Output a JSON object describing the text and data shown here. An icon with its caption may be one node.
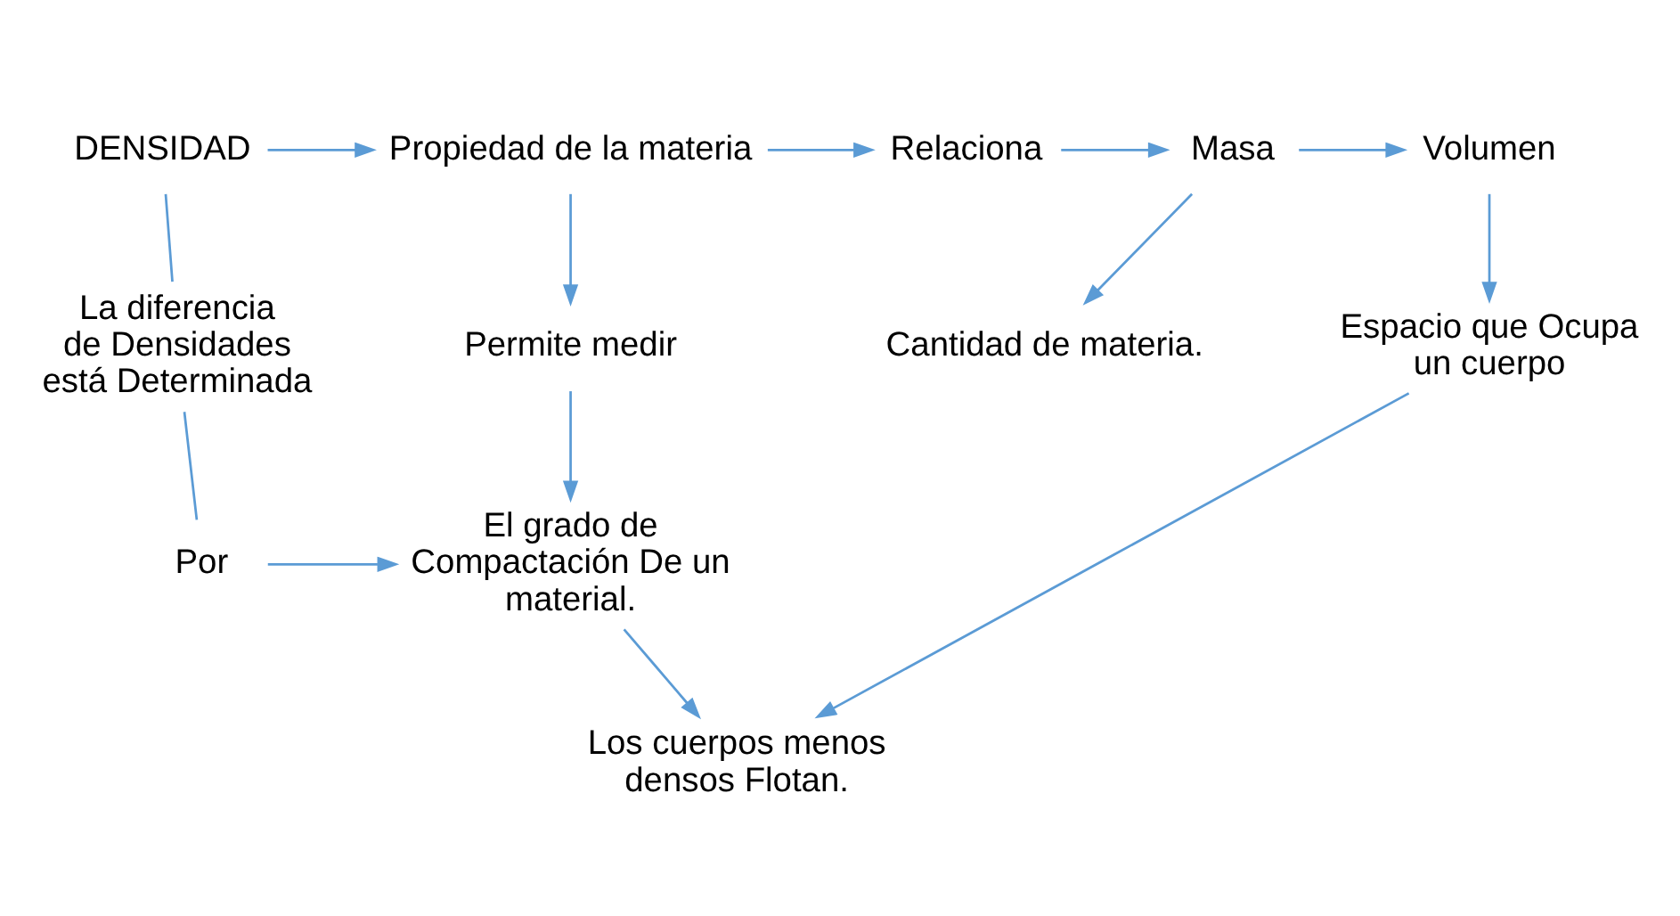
{
  "diagram": {
    "nodes": [
      {
        "text": [
          "DENSIDAD"
        ]
      },
      {
        "text": [
          "Propiedad de la materia"
        ]
      },
      {
        "text": [
          "Relaciona"
        ]
      },
      {
        "text": [
          "Masa"
        ]
      },
      {
        "text": [
          "Volumen"
        ]
      },
      {
        "text": [
          "Permite medir"
        ]
      },
      {
        "text": [
          "Cantidad de materia."
        ]
      },
      {
        "text": [
          "Espacio que Ocupa un cuerpo"
        ]
      },
      {
        "text": [
          "La diferencia de Densidades está Determinada"
        ]
      },
      {
        "text": [
          "El grado de Compactación De un material."
        ]
      },
      {
        "text": [
          "Por"
        ]
      },
      {
        "text": [
          "Los cuerpos menos densos Flotan."
        ]
      }
    ],
    "edges": [
      {
        "from": 0,
        "to": 1,
        "arrow": "to"
      },
      {
        "from": 1,
        "to": 2,
        "arrow": "to"
      },
      {
        "from": 2,
        "to": 3,
        "arrow": "to"
      },
      {
        "from": 3,
        "to": 4,
        "arrow": "to"
      },
      {
        "from": 1,
        "to": 5,
        "arrow": "to"
      },
      {
        "from": 3,
        "to": 6,
        "arrow": "to"
      },
      {
        "from": 4,
        "to": 7,
        "arrow": "to"
      },
      {
        "from": 5,
        "to": 9,
        "arrow": "to"
      },
      {
        "from": 0,
        "to": 8,
        "arrow": "none"
      },
      {
        "from": 8,
        "to": 10,
        "arrow": "none"
      },
      {
        "from": 10,
        "to": 9,
        "arrow": "to"
      },
      {
        "from": 9,
        "to": 11,
        "arrow": "to"
      },
      {
        "from": 7,
        "to": 11,
        "arrow": "to"
      }
    ]
  }
}
